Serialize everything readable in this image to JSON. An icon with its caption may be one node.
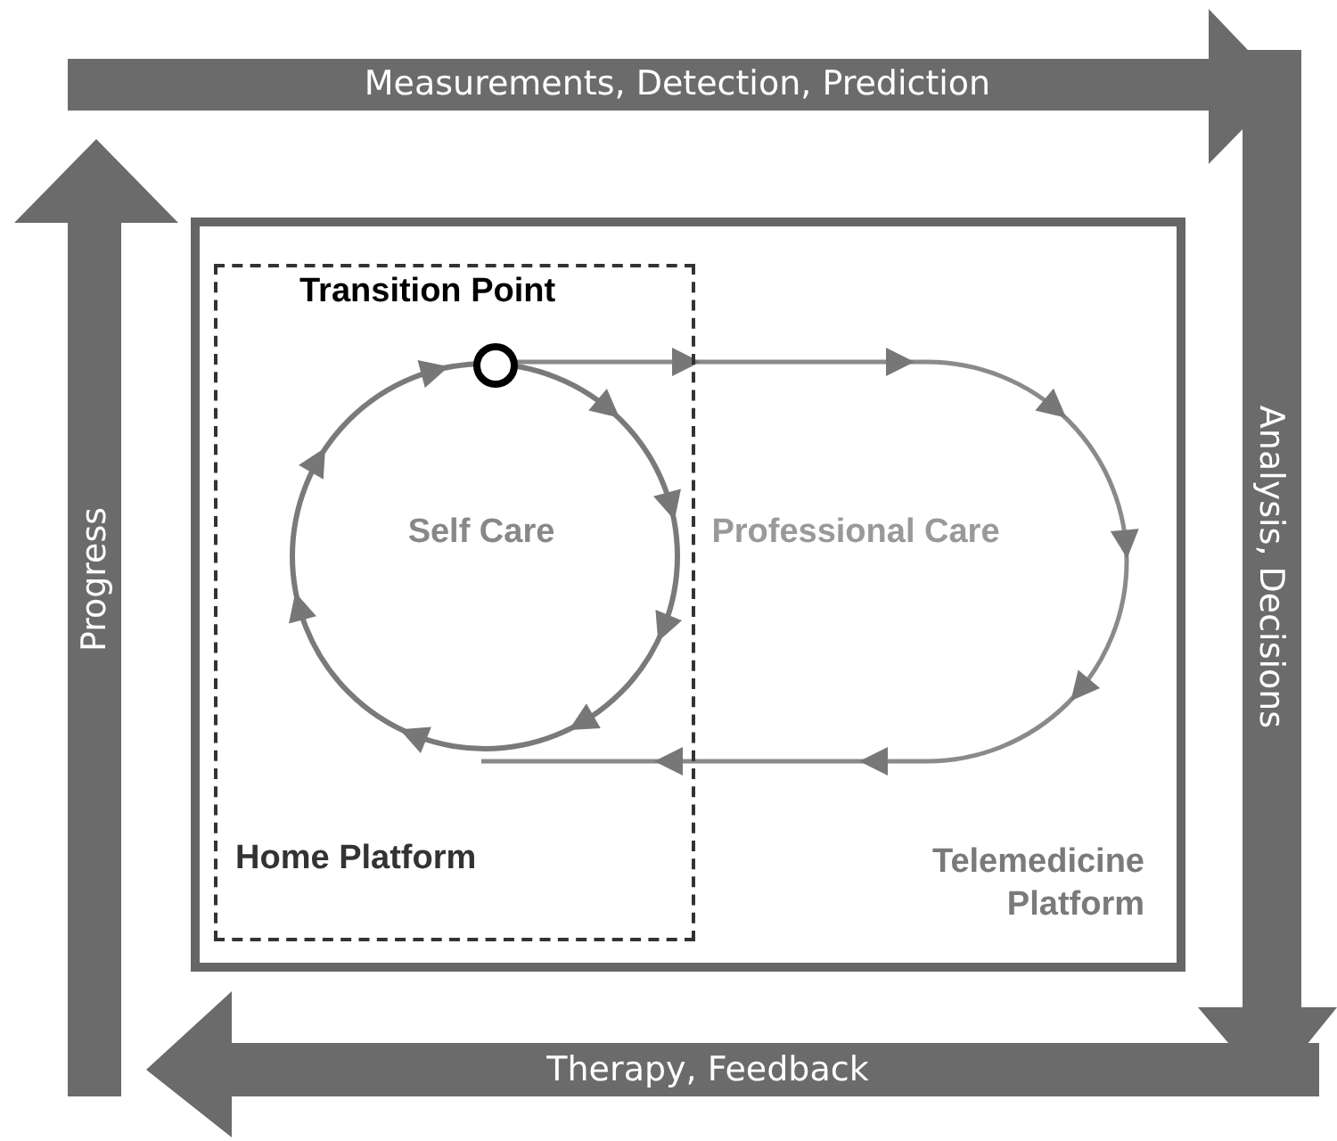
{
  "diagram": {
    "nodes": [
      {
        "text": [
          "Telemedicine Platform"
        ]
      },
      {
        "text": [
          "Home Platform"
        ],
        "in": 0
      },
      {
        "text": [
          "Transition Point"
        ],
        "in": 1
      },
      {
        "text": [
          "Self Care"
        ],
        "in": 1
      },
      {
        "text": [
          "Professional Care"
        ],
        "in": 0
      },
      {
        "text": [
          "Measurements, Detection, Prediction"
        ]
      },
      {
        "text": [
          "Analysis, Decisions"
        ]
      },
      {
        "text": [
          "Therapy, Feedback"
        ]
      },
      {
        "text": [
          "Progress"
        ]
      }
    ]
  }
}
